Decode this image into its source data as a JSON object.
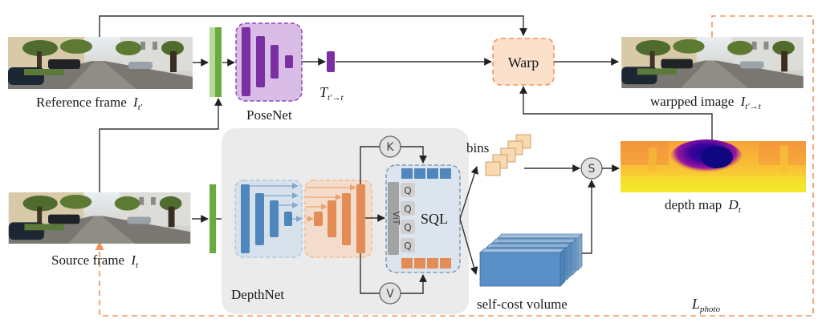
{
  "figure": {
    "reference_frame": {
      "label": "Reference frame",
      "math": "I",
      "sub": "t′"
    },
    "source_frame": {
      "label": "Source frame",
      "math": "I",
      "sub": "t"
    },
    "posenet": {
      "label": "PoseNet"
    },
    "pose_output": {
      "math": "T",
      "sub": "t′→t"
    },
    "warp": {
      "label": "Warp"
    },
    "warped_image": {
      "label": "warpped image",
      "math": "I",
      "sub": "t′→t"
    },
    "depthnet": {
      "label": "DepthNet"
    },
    "sql": {
      "label": "SQL",
      "vit_label": "ViT",
      "key_label": "K",
      "value_label": "V",
      "query_labels": [
        "Q",
        "Q",
        "Q",
        "Q"
      ]
    },
    "bins": {
      "label": "bins"
    },
    "softmax": {
      "label": "S"
    },
    "cost_volume": {
      "label": "self-cost volume"
    },
    "depth_map": {
      "label": "depth map",
      "math": "D",
      "sub": "t"
    },
    "loss": {
      "math": "L",
      "sub": "photo"
    }
  },
  "colors": {
    "posenet": "#7b2fa3",
    "posenet_bg": "#d9bde6",
    "encoder": "#4f86bb",
    "decoder": "#e38c55",
    "warp_bg": "#fbe0cc",
    "warp_border": "#f0955a",
    "feature": "#6aaa3e",
    "bins": "#fbd9b0"
  }
}
